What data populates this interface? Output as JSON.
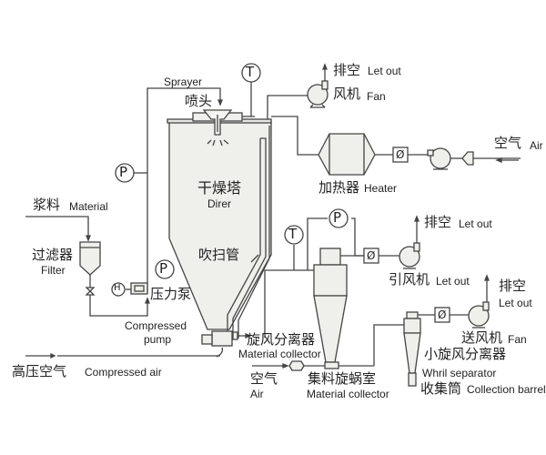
{
  "diagram": {
    "title": "Spray dryer process flow",
    "labels": {
      "sprayer_en": "Sprayer",
      "sprayer_zh": "喷头",
      "dryer_zh": "干燥塔",
      "dryer_en": "Direr",
      "letout1_zh": "排空",
      "letout1_en": "Let out",
      "fan1_zh": "风机",
      "fan1_en": "Fan",
      "air1_zh": "空气",
      "air1_en": "Air",
      "heater_zh": "加热器",
      "heater_en": "Heater",
      "material_zh": "浆料",
      "material_en": "Material",
      "filter_zh": "过滤器",
      "filter_en": "Filter",
      "purge_zh": "吹扫管",
      "pump_zh": "压力泵",
      "pump_en1": "Compressed",
      "pump_en2": "pump",
      "compair_zh": "高压空气",
      "compair_en": "Compressed air",
      "cyclone_zh": "旋风分离器",
      "cyclone_en": "Material collector",
      "air2_zh": "空气",
      "air2_en": "Air",
      "collector_zh": "集料旋蜗室",
      "collector_en": "Material collector",
      "letout2_zh": "排空",
      "letout2_en": "Let out",
      "idfan_zh": "引风机",
      "idfan_en": "Let out",
      "letout3_zh": "排空",
      "letout3_en": "Let out",
      "blower_zh": "送风机",
      "blower_en": "Fan",
      "smallcyc_zh": "小旋风分离器",
      "whirl_en": "Whril separator",
      "barrel_zh": "收集筒",
      "barrel_en": "Collection barrel"
    },
    "instruments": {
      "temp": "T",
      "pressure": "P",
      "heater_gauge": "H",
      "damper": "Ø"
    },
    "colors": {
      "line": "#444444",
      "fill": "#eeeeea",
      "text": "#222222"
    }
  }
}
